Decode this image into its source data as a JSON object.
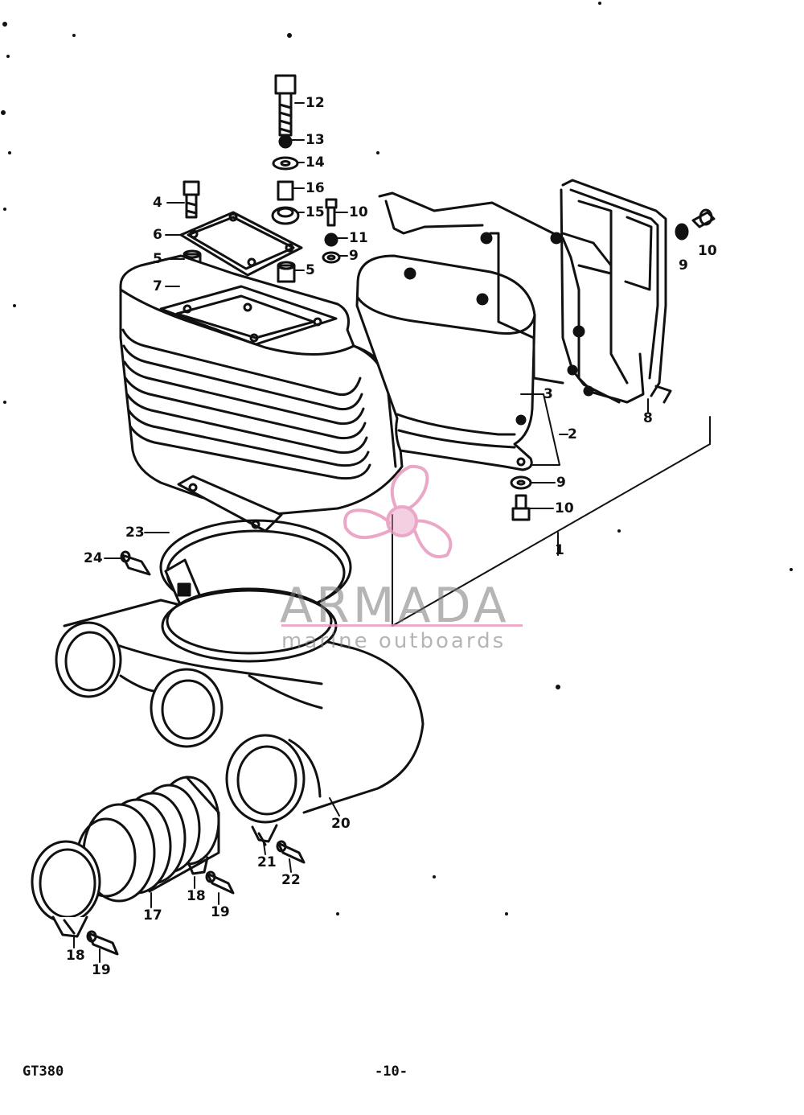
{
  "footer": {
    "model": "GT380",
    "page": "-10-"
  },
  "watermark": {
    "title": "ARMADA",
    "subtitle": "marine outboards",
    "accent_color": "#e898be"
  },
  "callouts": [
    {
      "id": "c12",
      "text": "12"
    },
    {
      "id": "c13",
      "text": "13"
    },
    {
      "id": "c14",
      "text": "14"
    },
    {
      "id": "c16",
      "text": "16"
    },
    {
      "id": "c15",
      "text": "15"
    },
    {
      "id": "c10a",
      "text": "10"
    },
    {
      "id": "c11",
      "text": "11"
    },
    {
      "id": "c9a",
      "text": "9"
    },
    {
      "id": "c4",
      "text": "4"
    },
    {
      "id": "c6",
      "text": "6"
    },
    {
      "id": "c5a",
      "text": "5"
    },
    {
      "id": "c5b",
      "text": "5"
    },
    {
      "id": "c7",
      "text": "7"
    },
    {
      "id": "c9b",
      "text": "9"
    },
    {
      "id": "c10b",
      "text": "10"
    },
    {
      "id": "c3",
      "text": "3"
    },
    {
      "id": "c2",
      "text": "2"
    },
    {
      "id": "c8",
      "text": "8"
    },
    {
      "id": "c9c",
      "text": "9"
    },
    {
      "id": "c10c",
      "text": "10"
    },
    {
      "id": "c1",
      "text": "1"
    },
    {
      "id": "c23",
      "text": "23"
    },
    {
      "id": "c24",
      "text": "24"
    },
    {
      "id": "c20",
      "text": "20"
    },
    {
      "id": "c21",
      "text": "21"
    },
    {
      "id": "c22",
      "text": "22"
    },
    {
      "id": "c18a",
      "text": "18"
    },
    {
      "id": "c19a",
      "text": "19"
    },
    {
      "id": "c17",
      "text": "17"
    },
    {
      "id": "c18b",
      "text": "18"
    },
    {
      "id": "c19b",
      "text": "19"
    }
  ]
}
